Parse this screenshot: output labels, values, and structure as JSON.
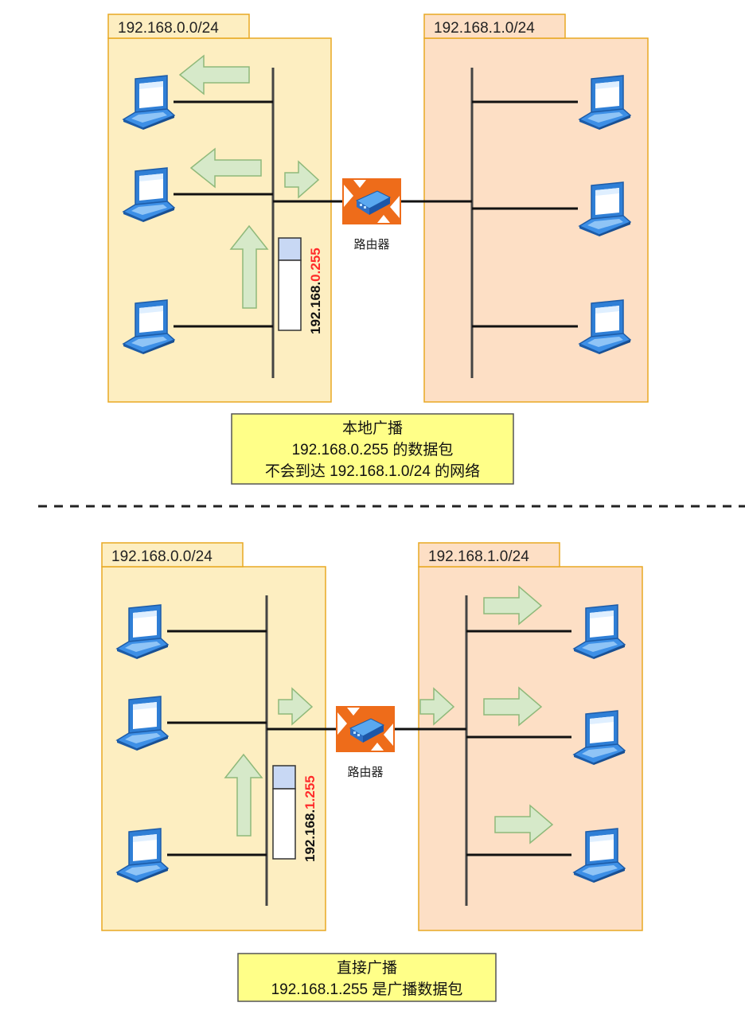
{
  "top_scenario": {
    "left_network": {
      "label": "192.168.0.0/24"
    },
    "right_network": {
      "label": "192.168.1.0/24"
    },
    "router_label": "路由器",
    "packet": {
      "prefix": "192.168.",
      "highlight": "0.255"
    },
    "caption": {
      "line1": "本地广播",
      "line2": "192.168.0.255 的数据包",
      "line3": "不会到达 192.168.1.0/24 的网络"
    }
  },
  "bottom_scenario": {
    "left_network": {
      "label": "192.168.0.0/24"
    },
    "right_network": {
      "label": "192.168.1.0/24"
    },
    "router_label": "路由器",
    "packet": {
      "prefix": "192.168.",
      "highlight": "1.255"
    },
    "caption": {
      "line1": "直接广播",
      "line2": "192.168.1.255 是广播数据包"
    }
  },
  "colors": {
    "left_network_fill": "#fdeec1",
    "right_network_fill": "#fddfc5",
    "network_border": "#e8a923",
    "arrow_fill": "#d6e9c9",
    "arrow_stroke": "#8fb97a",
    "router_fill": "#ee6c1a",
    "caption_fill": "#ffff88",
    "packet_highlight": "#ff2a2a",
    "packet_header": "#c8d8f4"
  }
}
